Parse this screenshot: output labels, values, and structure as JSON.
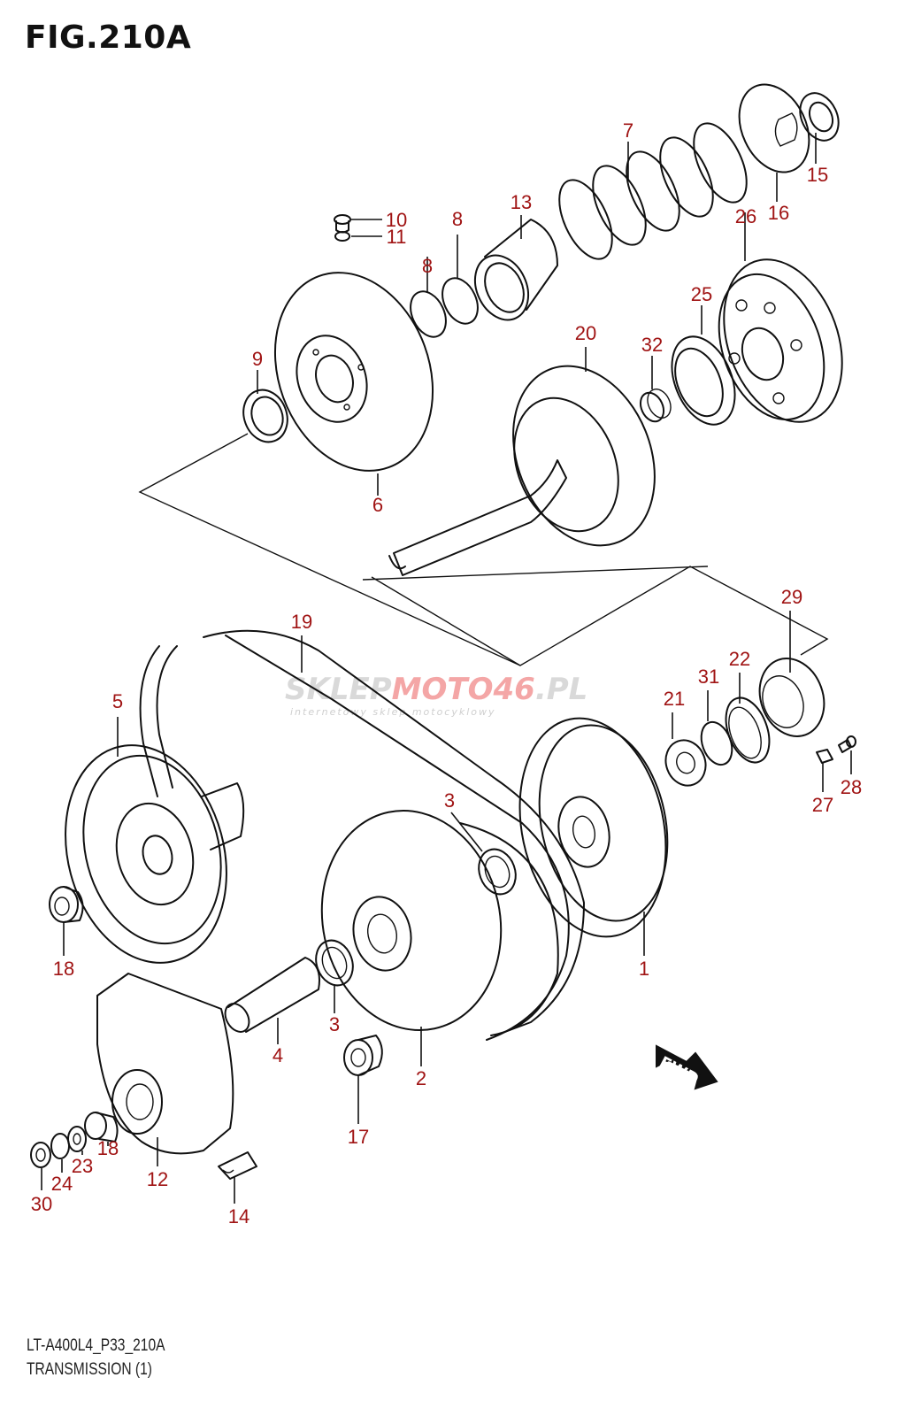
{
  "figure": {
    "title": "FIG.210A",
    "code": "LT-A400L4_P33_210A",
    "name": "TRANSMISSION (1)"
  },
  "colors": {
    "callout": "#a01414",
    "line": "#111111",
    "watermark_gray": "#d9d9d9",
    "watermark_red": "#f4a6a6"
  },
  "watermark": {
    "brand_part1": "SKLEP",
    "brand_part2": "MOTO",
    "brand_part3": "46",
    "brand_part4": ".PL",
    "tagline": "internetowy sklep motocyklowy"
  },
  "direction_marker": {
    "label": "FWD",
    "icon": "forward-arrow-icon"
  },
  "callouts": [
    {
      "id": "c1",
      "label": "1"
    },
    {
      "id": "c2",
      "label": "2"
    },
    {
      "id": "c3a",
      "label": "3"
    },
    {
      "id": "c3b",
      "label": "3"
    },
    {
      "id": "c4",
      "label": "4"
    },
    {
      "id": "c5",
      "label": "5"
    },
    {
      "id": "c6",
      "label": "6"
    },
    {
      "id": "c7",
      "label": "7"
    },
    {
      "id": "c8a",
      "label": "8"
    },
    {
      "id": "c8b",
      "label": "8"
    },
    {
      "id": "c9",
      "label": "9"
    },
    {
      "id": "c10",
      "label": "10"
    },
    {
      "id": "c11",
      "label": "11"
    },
    {
      "id": "c12",
      "label": "12"
    },
    {
      "id": "c13",
      "label": "13"
    },
    {
      "id": "c14",
      "label": "14"
    },
    {
      "id": "c15",
      "label": "15"
    },
    {
      "id": "c16",
      "label": "16"
    },
    {
      "id": "c17",
      "label": "17"
    },
    {
      "id": "c18a",
      "label": "18"
    },
    {
      "id": "c18b",
      "label": "18"
    },
    {
      "id": "c19",
      "label": "19"
    },
    {
      "id": "c20",
      "label": "20"
    },
    {
      "id": "c21",
      "label": "21"
    },
    {
      "id": "c22",
      "label": "22"
    },
    {
      "id": "c23",
      "label": "23"
    },
    {
      "id": "c24",
      "label": "24"
    },
    {
      "id": "c25",
      "label": "25"
    },
    {
      "id": "c26",
      "label": "26"
    },
    {
      "id": "c27",
      "label": "27"
    },
    {
      "id": "c28",
      "label": "28"
    },
    {
      "id": "c29",
      "label": "29"
    },
    {
      "id": "c30",
      "label": "30"
    },
    {
      "id": "c31",
      "label": "31"
    },
    {
      "id": "c32",
      "label": "32"
    }
  ]
}
